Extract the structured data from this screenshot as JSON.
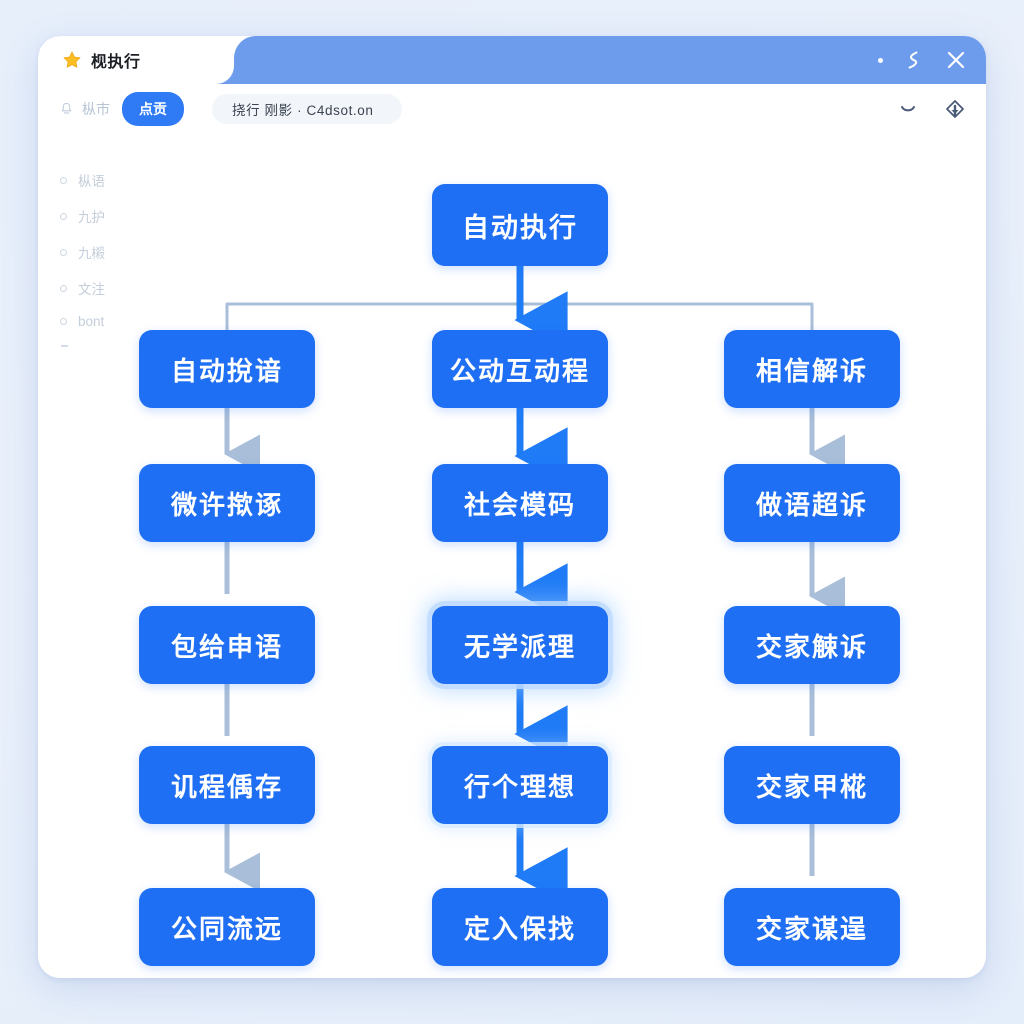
{
  "window": {
    "tab_title": "枧执行",
    "star_icon": "star-icon",
    "controls": [
      {
        "name": "dot-indicator-icon",
        "glyph": "•"
      },
      {
        "name": "lightning-icon",
        "glyph": "⚡"
      },
      {
        "name": "close-icon",
        "glyph": "✕"
      }
    ]
  },
  "toolbar": {
    "ghost_icon": "bell-icon",
    "ghost_label": "枞市",
    "pill_label": "点贡",
    "address_value": "挠行  刚影 · C4dsot.on",
    "address_placeholder": "C4dsot.on",
    "right_icons": [
      {
        "name": "chevron-down-icon"
      },
      {
        "name": "diamond-icon"
      }
    ]
  },
  "sidebar": {
    "items": [
      {
        "label": "枞语",
        "marker": "bullet"
      },
      {
        "label": "九护",
        "marker": "bullet"
      },
      {
        "label": "九樧",
        "marker": "bullet"
      },
      {
        "label": "文注",
        "marker": "bullet"
      },
      {
        "label": "bont",
        "marker": "bullet"
      },
      {
        "label": "",
        "marker": "dash"
      }
    ]
  },
  "flow": {
    "root": {
      "label": "自动执行",
      "highlight": "none"
    },
    "columns": [
      {
        "name": "left-column",
        "nodes": [
          {
            "label": "自动挩谙",
            "highlight": "none"
          },
          {
            "label": "微许揿诼",
            "highlight": "none"
          },
          {
            "label": "包给申语",
            "highlight": "none"
          },
          {
            "label": "讥程偊存",
            "highlight": "none"
          },
          {
            "label": "公同流远",
            "highlight": "none"
          }
        ]
      },
      {
        "name": "center-column",
        "nodes": [
          {
            "label": "公动互动程",
            "highlight": "none"
          },
          {
            "label": "社会模码",
            "highlight": "none"
          },
          {
            "label": "无学派理",
            "highlight": "strong"
          },
          {
            "label": "行个理想",
            "highlight": "soft"
          },
          {
            "label": "定入保找",
            "highlight": "none"
          }
        ]
      },
      {
        "name": "right-column",
        "nodes": [
          {
            "label": "相信解诉",
            "highlight": "none"
          },
          {
            "label": "做语超诉",
            "highlight": "none"
          },
          {
            "label": "交家觫诉",
            "highlight": "none"
          },
          {
            "label": "交家甲椛",
            "highlight": "none"
          },
          {
            "label": "交家谋逞",
            "highlight": "none"
          }
        ]
      }
    ]
  },
  "colors": {
    "page_background": "#e8effb",
    "title_bar": "#6d9ced",
    "node_blue": "#1f6ff4",
    "accent_pill": "#2f7bf6",
    "primary_link": "#1f7bf6",
    "secondary_link": "#a9bed8",
    "glow": "#bedbff"
  }
}
